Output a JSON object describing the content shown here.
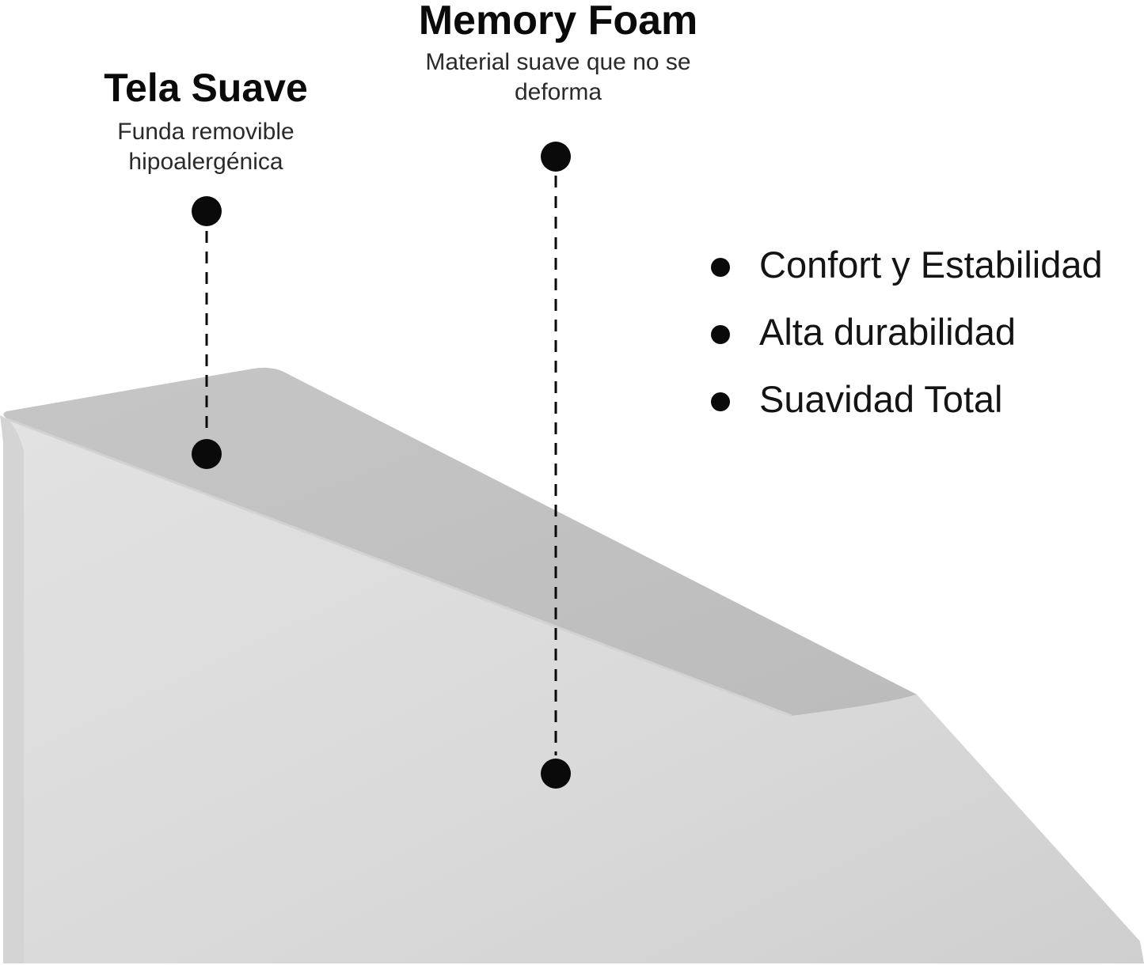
{
  "callouts": {
    "fabric": {
      "title": "Tela Suave",
      "description": "Funda removible hipoalergénica"
    },
    "foam": {
      "title": "Memory Foam",
      "description": "Material suave que no se deforma"
    }
  },
  "features": [
    "Confort y Estabilidad",
    "Alta durabilidad",
    "Suavidad Total"
  ],
  "colors": {
    "wedge_top": "#c4c4c4",
    "wedge_front": "#dcdcdc",
    "text": "#111111",
    "marker": "#0a0a0a"
  }
}
